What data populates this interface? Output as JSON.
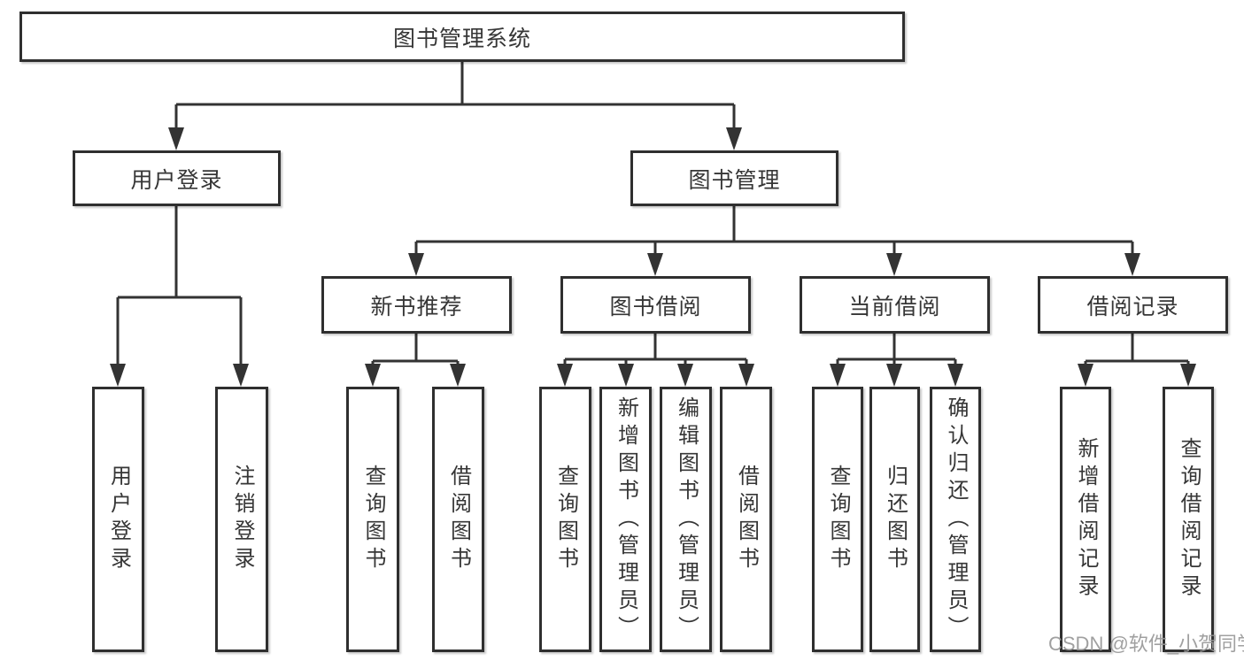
{
  "tree": {
    "root": {
      "label": "图书管理系统"
    },
    "children": [
      {
        "label": "用户登录",
        "children": [
          {
            "label": "用户登录"
          },
          {
            "label": "注销登录"
          }
        ]
      },
      {
        "label": "图书管理",
        "children": [
          {
            "label": "新书推荐",
            "children": [
              {
                "label": "查询图书"
              },
              {
                "label": "借阅图书"
              }
            ]
          },
          {
            "label": "图书借阅",
            "children": [
              {
                "label": "查询图书"
              },
              {
                "label": "新增图书（管理员）"
              },
              {
                "label": "编辑图书（管理员）"
              },
              {
                "label": "借阅图书"
              }
            ]
          },
          {
            "label": "当前借阅",
            "children": [
              {
                "label": "查询图书"
              },
              {
                "label": "归还图书"
              },
              {
                "label": "确认归还（管理员）"
              }
            ]
          },
          {
            "label": "借阅记录",
            "children": [
              {
                "label": "新增借阅记录"
              },
              {
                "label": "查询借阅记录"
              }
            ]
          }
        ]
      }
    ]
  },
  "watermark": {
    "text": "CSDN @软件_小贺同学"
  },
  "colors": {
    "line": "#333333",
    "text": "#363636",
    "box_border": "#2f2f2f",
    "watermark": "#989898",
    "background": "#ffffff"
  }
}
